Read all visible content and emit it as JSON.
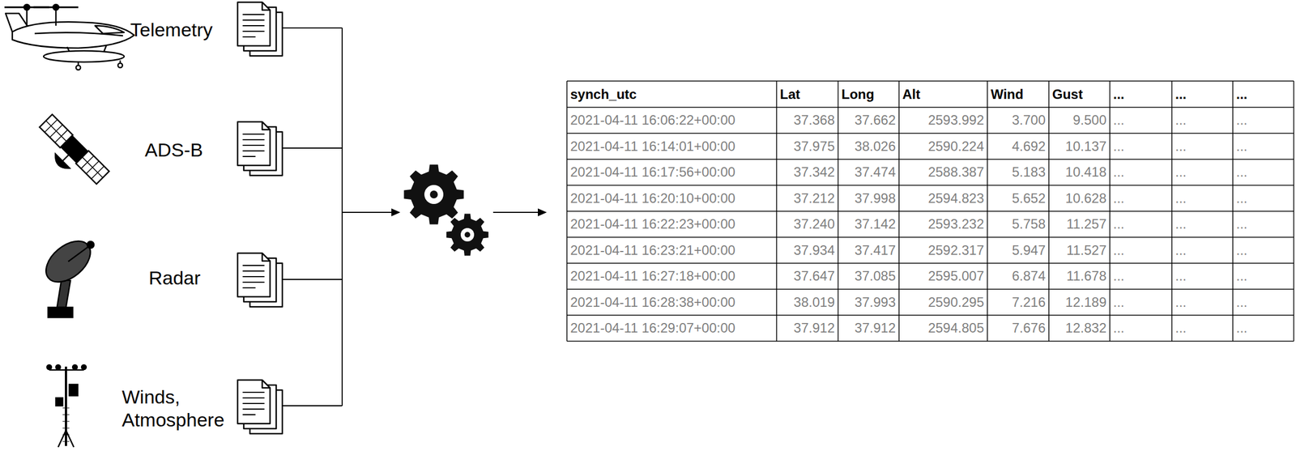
{
  "diagram": {
    "labels": [
      "Telemetry",
      "ADS-B",
      "Radar",
      "Winds, Atmosphere",
      "synch_utc",
      "Lat",
      "Long",
      "Alt",
      "Wind",
      "Gust",
      "...",
      "...",
      "...",
      "2021-04-11 16:06:22+00:00",
      "37.368",
      "37.662",
      "2593.992",
      "3.700",
      "9.500",
      "...",
      "...",
      "...",
      "2021-04-11 16:14:01+00:00",
      "37.975",
      "38.026",
      "2590.224",
      "4.692",
      "10.137",
      "...",
      "...",
      "...",
      "2021-04-11 16:17:56+00:00",
      "37.342",
      "37.474",
      "2588.387",
      "5.183",
      "10.418",
      "...",
      "...",
      "...",
      "2021-04-11 16:20:10+00:00",
      "37.212",
      "37.998",
      "2594.823",
      "5.652",
      "10.628",
      "...",
      "...",
      "...",
      "2021-04-11 16:22:23+00:00",
      "37.240",
      "37.142",
      "2593.232",
      "5.758",
      "11.257",
      "...",
      "...",
      "...",
      "2021-04-11 16:23:21+00:00",
      "37.934",
      "37.417",
      "2592.317",
      "5.947",
      "11.527",
      "...",
      "...",
      "...",
      "2021-04-11 16:27:18+00:00",
      "37.647",
      "37.085",
      "2595.007",
      "6.874",
      "11.678",
      "...",
      "...",
      "...",
      "2021-04-11 16:28:38+00:00",
      "38.019",
      "37.993",
      "2590.295",
      "7.216",
      "12.189",
      "...",
      "...",
      "...",
      "2021-04-11 16:29:07+00:00",
      "37.912",
      "37.912",
      "2594.805",
      "7.676",
      "12.832",
      "...",
      "...",
      "..."
    ]
  }
}
